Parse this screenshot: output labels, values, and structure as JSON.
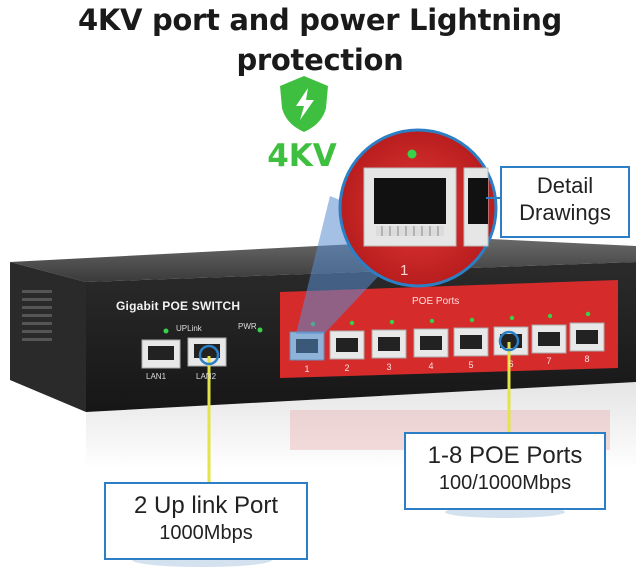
{
  "headline": "4KV port and power Lightning protection",
  "badge": {
    "icon": "lightning-shield-icon",
    "text": "4KV",
    "color": "#3fbf3f"
  },
  "switch": {
    "title": "Gigabit POE SWITCH",
    "uplink_label": "UPLink",
    "pwr_label": "PWR",
    "lan_labels": [
      "LAN1",
      "LAN2"
    ],
    "poe_label": "POE Ports",
    "port_numbers": [
      "1",
      "2",
      "3",
      "4",
      "5",
      "6",
      "7",
      "8"
    ],
    "panel_color": "#d62b2b"
  },
  "zoom": {
    "port_number": "1"
  },
  "callouts": {
    "detail": {
      "line1": "Detail",
      "line2": "Drawings"
    },
    "poe": {
      "line1": "1-8 POE Ports",
      "line2": "100/1000Mbps"
    },
    "uplink": {
      "line1": "2 Up link Port",
      "line2": "1000Mbps"
    }
  },
  "colors": {
    "accent_blue": "#2c7fc4",
    "pointer_yellow": "#e3e34a",
    "led_green": "#37d24a"
  }
}
